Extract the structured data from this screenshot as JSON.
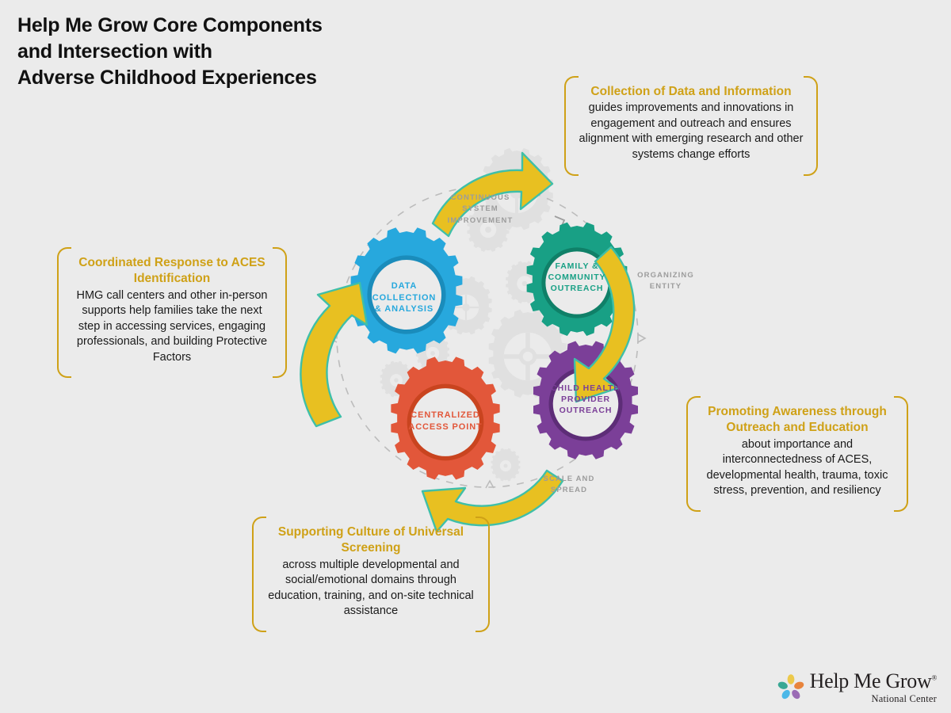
{
  "title": {
    "line1": "Help Me Grow Core Components",
    "line2": "and Intersection with",
    "line3": "Adverse Childhood Experiences"
  },
  "colors": {
    "background": "#ebebeb",
    "gold": "#cfa117",
    "arrow_fill": "#e8c021",
    "arrow_outline": "#3fbfa8",
    "blue": "#27a8dd",
    "green": "#18a085",
    "purple": "#7b3f98",
    "orange": "#e2573a",
    "gray_label": "#9c9c9c",
    "ghost_gear": "#e0e0e0"
  },
  "gears": [
    {
      "id": "data-collection",
      "color": "#27a8dd",
      "rim": "#1a8cbb",
      "label_lines": [
        "DATA",
        "COLLECTION",
        "& ANALYSIS"
      ]
    },
    {
      "id": "family-community",
      "color": "#18a085",
      "rim": "#0f8068",
      "label_lines": [
        "FAMILY &",
        "COMMUNITY",
        "OUTREACH"
      ]
    },
    {
      "id": "child-health-provider",
      "color": "#7b3f98",
      "rim": "#5d2d77",
      "label_lines": [
        "CHILD HEALTH",
        "PROVIDER",
        "OUTREACH"
      ]
    },
    {
      "id": "centralized-access",
      "color": "#e2573a",
      "rim": "#c9441f",
      "label_lines": [
        "CENTRALIZED",
        "ACCESS POINT"
      ]
    }
  ],
  "ring_labels": [
    {
      "id": "continuous-system-improvement",
      "lines": [
        "CONTINUOUS",
        "SYSTEM",
        "IMPROVEMENT"
      ]
    },
    {
      "id": "organizing-entity",
      "lines": [
        "ORGANIZING",
        "ENTITY"
      ]
    },
    {
      "id": "scale-and-spread",
      "lines": [
        "SCALE AND",
        "SPREAD"
      ]
    }
  ],
  "callouts": [
    {
      "id": "collection-of-data",
      "heading": "Collection of Data and Information",
      "body": "guides improvements and innovations in engagement and outreach and ensures alignment with emerging research and other systems change efforts"
    },
    {
      "id": "coordinated-response",
      "heading": "Coordinated Response to ACES Identification",
      "body": "HMG call centers and other in-person supports help families take the next step in accessing services, engaging professionals, and building Protective Factors"
    },
    {
      "id": "promoting-awareness",
      "heading": "Promoting Awareness through Outreach and Education",
      "body": "about importance and interconnectedness of ACES, developmental health, trauma, toxic stress, prevention, and resiliency"
    },
    {
      "id": "supporting-culture",
      "heading": "Supporting Culture of Universal Screening",
      "body": "across multiple developmental and social/emotional domains through education, training, and on-site technical assistance"
    }
  ],
  "logo": {
    "name": "Help Me Grow",
    "trademark": "®",
    "subtitle": "National Center",
    "icon": "flower-petals-icon",
    "petal_colors": [
      "#ecc94b",
      "#39a894",
      "#e8843c",
      "#4cb8e8",
      "#9b6bb5"
    ]
  }
}
